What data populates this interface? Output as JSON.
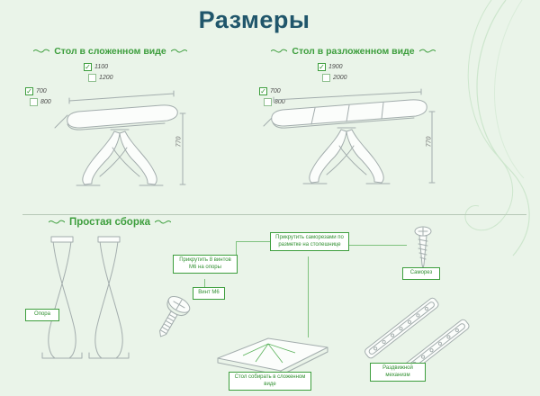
{
  "title": "Размеры",
  "icons": {
    "checkmark": "✓"
  },
  "folded": {
    "heading": "Стол в сложенном виде",
    "width_options": [
      {
        "value": "1100",
        "checked": true
      },
      {
        "value": "1200",
        "checked": false
      }
    ],
    "depth_options": [
      {
        "value": "700",
        "checked": true
      },
      {
        "value": "800",
        "checked": false
      }
    ],
    "height": "770"
  },
  "unfolded": {
    "heading": "Стол в разложенном виде",
    "width_options": [
      {
        "value": "1900",
        "checked": true
      },
      {
        "value": "2000",
        "checked": false
      }
    ],
    "depth_options": [
      {
        "value": "700",
        "checked": true
      },
      {
        "value": "800",
        "checked": false
      }
    ],
    "height": "770"
  },
  "assembly": {
    "heading": "Простая сборка",
    "support_label": "Опора",
    "bolt_step": "Прикрутить 8 винтов М6 на опоры",
    "bolt_label": "Винт М6",
    "screw_step": "Прикрутить саморезами по разметке на столешнице",
    "screw_label": "Саморез",
    "assembly_note": "Стол собирать в сложенном виде",
    "mechanism_label": "Раздвижной механизм"
  },
  "colors": {
    "accent_green": "#3d9e3d",
    "title_color": "#20566b",
    "background": "#eaf4e9"
  }
}
